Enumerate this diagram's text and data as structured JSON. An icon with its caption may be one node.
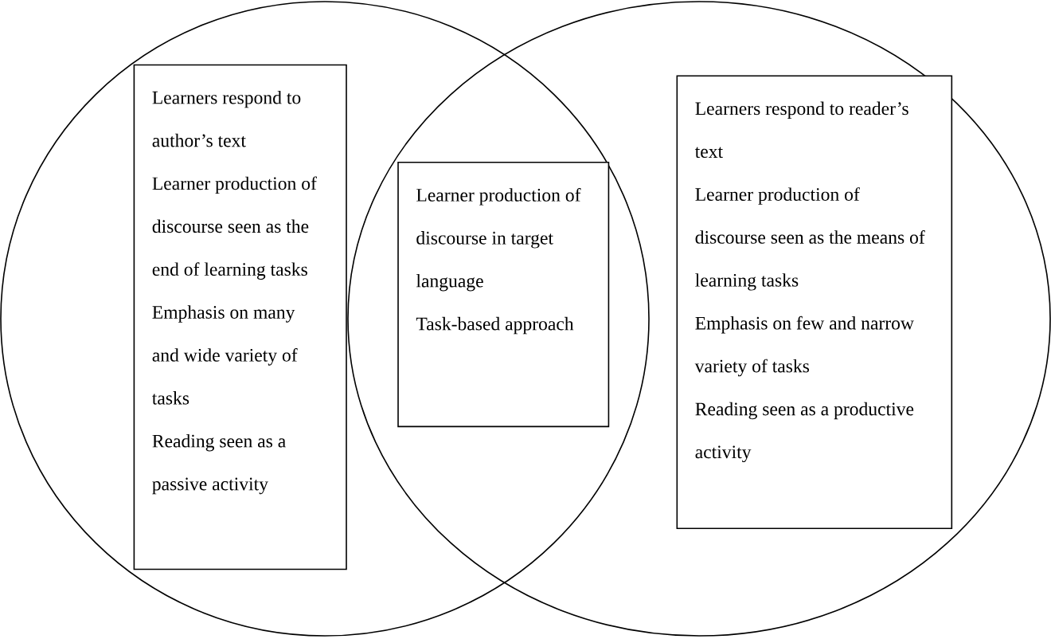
{
  "diagram": {
    "nodes": [
      {
        "text": [],
        "shape": "circle"
      },
      {
        "text": [
          "Learners respond to author’s text",
          "Learner production of discourse seen as the end of learning tasks",
          "Emphasis on many and wide variety of tasks",
          "Reading seen as a passive activity"
        ],
        "in": 0
      },
      {
        "text": [
          "Learner production of discourse in target language",
          "Task-based approach"
        ]
      },
      {
        "text": [],
        "shape": "circle"
      },
      {
        "text": [
          "Learners respond to reader’s text",
          "Learner production of discourse seen as the means of learning tasks",
          "Emphasis on few and narrow variety of tasks",
          "Reading seen as a productive activity"
        ],
        "in": 3
      }
    ],
    "edges": []
  }
}
